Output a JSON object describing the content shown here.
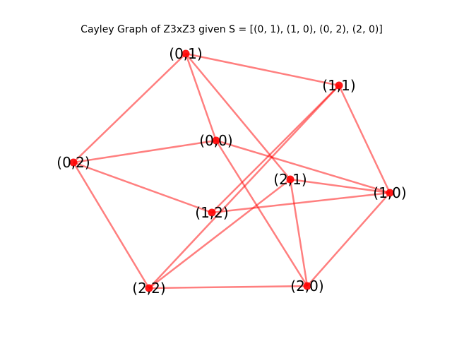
{
  "title": "Cayley Graph of Z3xZ3 given S = [(0, 1), (1, 0), (0, 2), (2, 0)]",
  "colors": {
    "edge": "#ff0000",
    "node": "#ff0000"
  },
  "graph": {
    "nodes": [
      {
        "id": "0_1",
        "label": "(0,1)"
      },
      {
        "id": "1_1",
        "label": "(1,1)"
      },
      {
        "id": "0_0",
        "label": "(0,0)"
      },
      {
        "id": "0_2",
        "label": "(0,2)"
      },
      {
        "id": "2_1",
        "label": "(2,1)"
      },
      {
        "id": "1_0",
        "label": "(1,0)"
      },
      {
        "id": "1_2",
        "label": "(1,2)"
      },
      {
        "id": "2_2",
        "label": "(2,2)"
      },
      {
        "id": "2_0",
        "label": "(2,0)"
      }
    ],
    "edges": [
      [
        "0_1",
        "1_1"
      ],
      [
        "0_1",
        "0_2"
      ],
      [
        "0_1",
        "0_0"
      ],
      [
        "0_1",
        "2_1"
      ],
      [
        "1_1",
        "1_2"
      ],
      [
        "1_1",
        "2_2"
      ],
      [
        "1_1",
        "1_0"
      ],
      [
        "0_0",
        "0_2"
      ],
      [
        "0_0",
        "1_0"
      ],
      [
        "0_0",
        "2_0"
      ],
      [
        "0_2",
        "1_2"
      ],
      [
        "0_2",
        "2_2"
      ],
      [
        "2_1",
        "2_2"
      ],
      [
        "2_1",
        "2_0"
      ],
      [
        "1_2",
        "1_0"
      ],
      [
        "2_2",
        "2_0"
      ],
      [
        "1_0",
        "2_0"
      ],
      [
        "2_1",
        "1_0"
      ]
    ]
  }
}
